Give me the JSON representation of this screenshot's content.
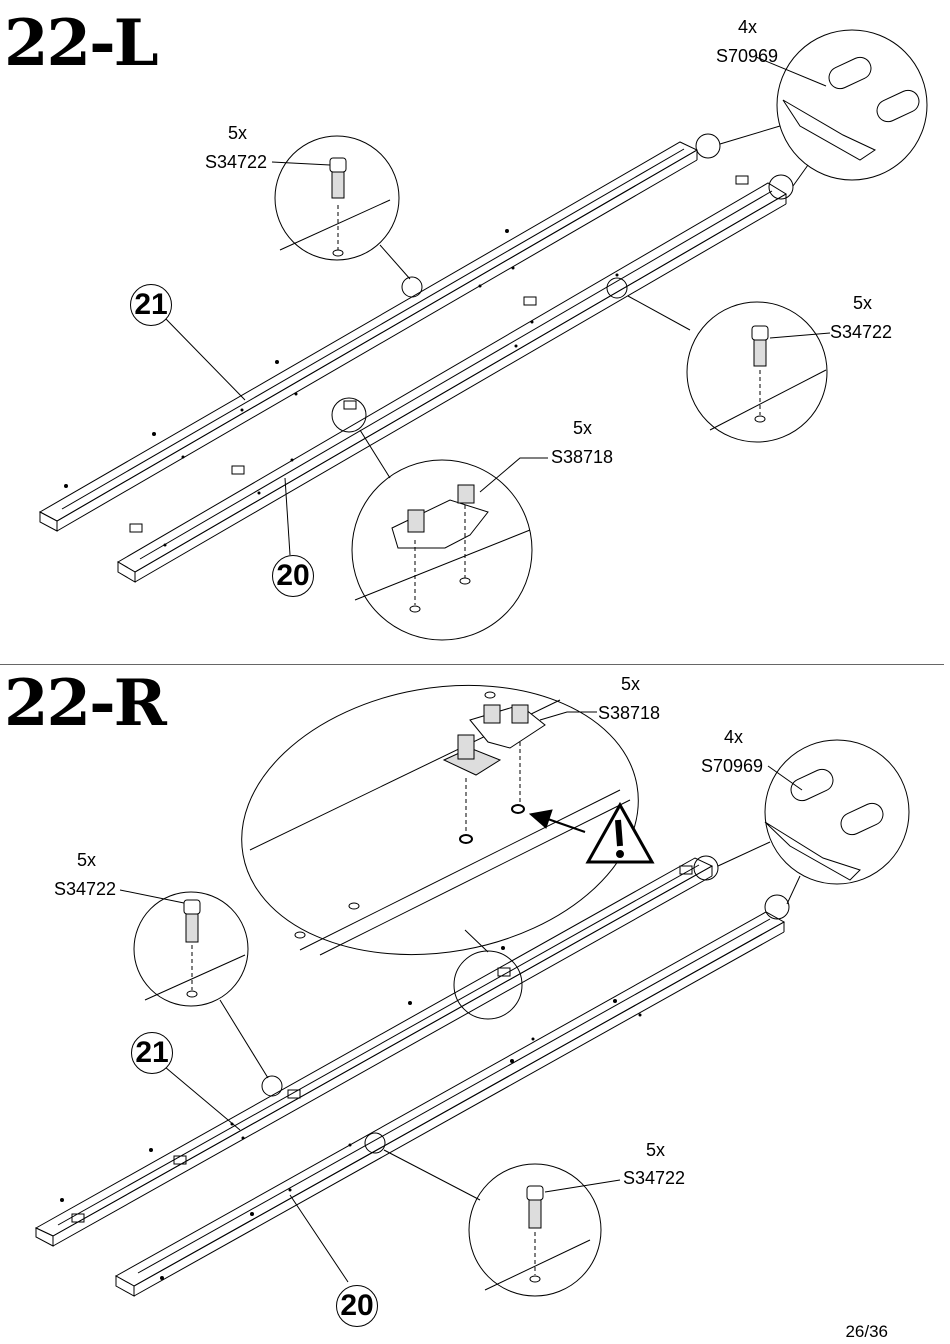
{
  "steps": {
    "left": {
      "title": "22-L",
      "dowel": {
        "qty": "4x",
        "code": "S70969"
      },
      "cam_bolt_a": {
        "qty": "5x",
        "code": "S34722"
      },
      "cam_bolt_b": {
        "qty": "5x",
        "code": "S34722"
      },
      "bracket": {
        "qty": "5x",
        "code": "S38718"
      },
      "parts": [
        "21",
        "20"
      ]
    },
    "right": {
      "title": "22-R",
      "bracket": {
        "qty": "5x",
        "code": "S38718"
      },
      "dowel": {
        "qty": "4x",
        "code": "S70969"
      },
      "cam_bolt_a": {
        "qty": "5x",
        "code": "S34722"
      },
      "cam_bolt_b": {
        "qty": "5x",
        "code": "S34722"
      },
      "parts": [
        "21",
        "20"
      ]
    }
  },
  "page_number": "26/36",
  "icons": [
    "warning-triangle-icon",
    "arrow-icon"
  ]
}
